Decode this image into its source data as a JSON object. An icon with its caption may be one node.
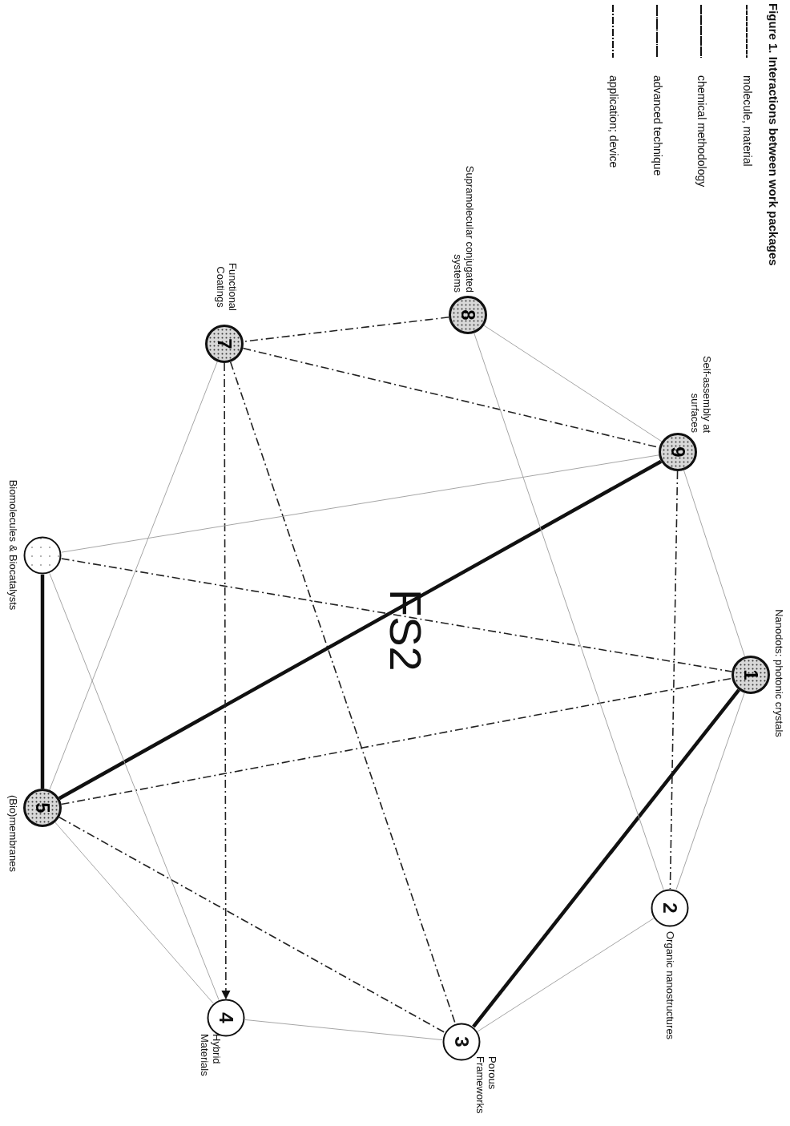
{
  "diagram": {
    "title": "Figure 1. Interactions between work packages",
    "nodes": [
      {
        "text": [
          "1",
          "Nanodots: photonic crystals"
        ]
      },
      {
        "text": [
          "2",
          "Organic nanostructures"
        ]
      },
      {
        "text": [
          "3",
          "Porous Frameworks"
        ]
      },
      {
        "text": [
          "4",
          "Hybrid Materials"
        ]
      },
      {
        "text": [
          "5",
          "(Bio)membranes"
        ]
      },
      {
        "text": [
          "Biomolecules & Biocatalysts"
        ]
      },
      {
        "text": [
          "7",
          "Functional Coatings"
        ]
      },
      {
        "text": [
          "8",
          "Supramolecular conjugated systems"
        ]
      },
      {
        "text": [
          "9",
          "Self-assembly at surfaces"
        ]
      }
    ],
    "edges": [
      {
        "from": 4,
        "to": 8,
        "arrow": "none",
        "style": "thick",
        "color": "#111111"
      },
      {
        "from": 5,
        "to": 4,
        "arrow": "none",
        "style": "thick",
        "color": "#111111"
      },
      {
        "from": 0,
        "to": 2,
        "arrow": "none",
        "style": "thick",
        "color": "#111111"
      },
      {
        "from": 4,
        "to": 0,
        "arrow": "none",
        "style": "dashed",
        "color": "#222222"
      },
      {
        "from": 5,
        "to": 0,
        "arrow": "none",
        "style": "dashed",
        "color": "#222222"
      },
      {
        "from": 6,
        "to": 3,
        "arrow": "to",
        "style": "dashed",
        "color": "#222222"
      },
      {
        "from": 8,
        "to": 1,
        "arrow": "none",
        "style": "dashed",
        "color": "#222222"
      },
      {
        "from": 4,
        "to": 2,
        "arrow": "none",
        "style": "dashed",
        "color": "#222222"
      },
      {
        "from": 7,
        "to": 6,
        "arrow": "none",
        "style": "dashed",
        "color": "#222222"
      },
      {
        "from": 6,
        "to": 8,
        "arrow": "none",
        "style": "dashed",
        "color": "#222222"
      },
      {
        "from": 6,
        "to": 2,
        "arrow": "none",
        "style": "dashed",
        "color": "#222222"
      },
      {
        "from": 7,
        "to": 1,
        "arrow": "none"
      },
      {
        "from": 4,
        "to": 3,
        "arrow": "none"
      },
      {
        "from": 5,
        "to": 3,
        "arrow": "none"
      },
      {
        "from": 0,
        "to": 1,
        "arrow": "none"
      },
      {
        "from": 0,
        "to": 8,
        "arrow": "none"
      },
      {
        "from": 7,
        "to": 8,
        "arrow": "none"
      },
      {
        "from": 5,
        "to": 8,
        "arrow": "none"
      },
      {
        "from": 3,
        "to": 2,
        "arrow": "none"
      },
      {
        "from": 1,
        "to": 2,
        "arrow": "none"
      },
      {
        "from": 6,
        "to": 4,
        "arrow": "none"
      }
    ],
    "labels": [
      "FS2"
    ],
    "legend": [
      {
        "text": "molecule, material"
      },
      {
        "text": "chemical methodology"
      },
      {
        "text": "advanced technique"
      },
      {
        "text": "application; device"
      }
    ]
  }
}
